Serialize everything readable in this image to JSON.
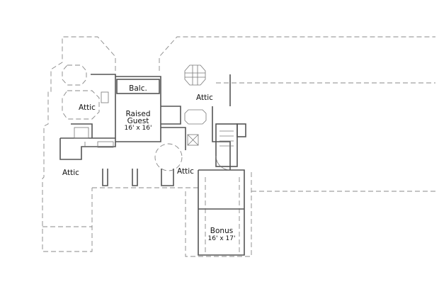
{
  "rooms": {
    "balcony": {
      "label": "Balc."
    },
    "attic_top_right": {
      "label": "Attic"
    },
    "attic_left": {
      "label": "Attic"
    },
    "raised_guest": {
      "label_line1": "Raised",
      "label_line2": "Guest",
      "size": "16' x 16'"
    },
    "attic_bottom_left": {
      "label": "Attic"
    },
    "attic_center": {
      "label": "Attic"
    },
    "bonus": {
      "label": "Bonus",
      "size": "16' x 17'"
    }
  }
}
